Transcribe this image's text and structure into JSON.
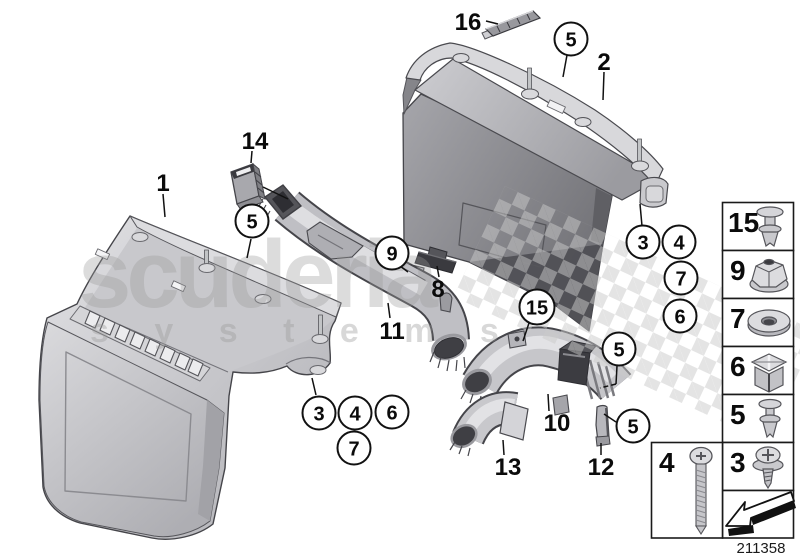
{
  "watermark": {
    "line1": "scuderia",
    "line2": "s y s t e m s"
  },
  "doc_number": "211358",
  "callouts": {
    "labels": {
      "l1": "1",
      "l2": "2",
      "l8": "8",
      "l10": "10",
      "l11": "11",
      "l12": "12",
      "l13": "13",
      "l14": "14",
      "l16": "16"
    },
    "balloons": {
      "b3": "3",
      "b4": "4",
      "b5": "5",
      "b6": "6",
      "b7": "7",
      "b9": "9",
      "b15": "15"
    }
  },
  "legend": {
    "rows": [
      {
        "label": "15",
        "icon": "expanding-rivet-icon"
      },
      {
        "label": "9",
        "icon": "flange-nut-icon"
      },
      {
        "label": "7",
        "icon": "washer-icon"
      },
      {
        "label": "6",
        "icon": "expanding-nut-icon"
      },
      {
        "label": "5",
        "icon": "expanding-rivet-icon"
      },
      {
        "label": "3",
        "icon": "screw-with-washer-icon"
      }
    ],
    "screw_box": {
      "label": "4",
      "icon": "long-screw-icon"
    },
    "arrow_box": {
      "icon": "direction-arrow-icon"
    }
  },
  "colors": {
    "background": "#ffffff",
    "line": "#111111",
    "part_light": "#dcdcdf",
    "part_mid": "#c6c6ca",
    "part_dark": "#4e4e53",
    "watermark": "#9a9a9a"
  }
}
